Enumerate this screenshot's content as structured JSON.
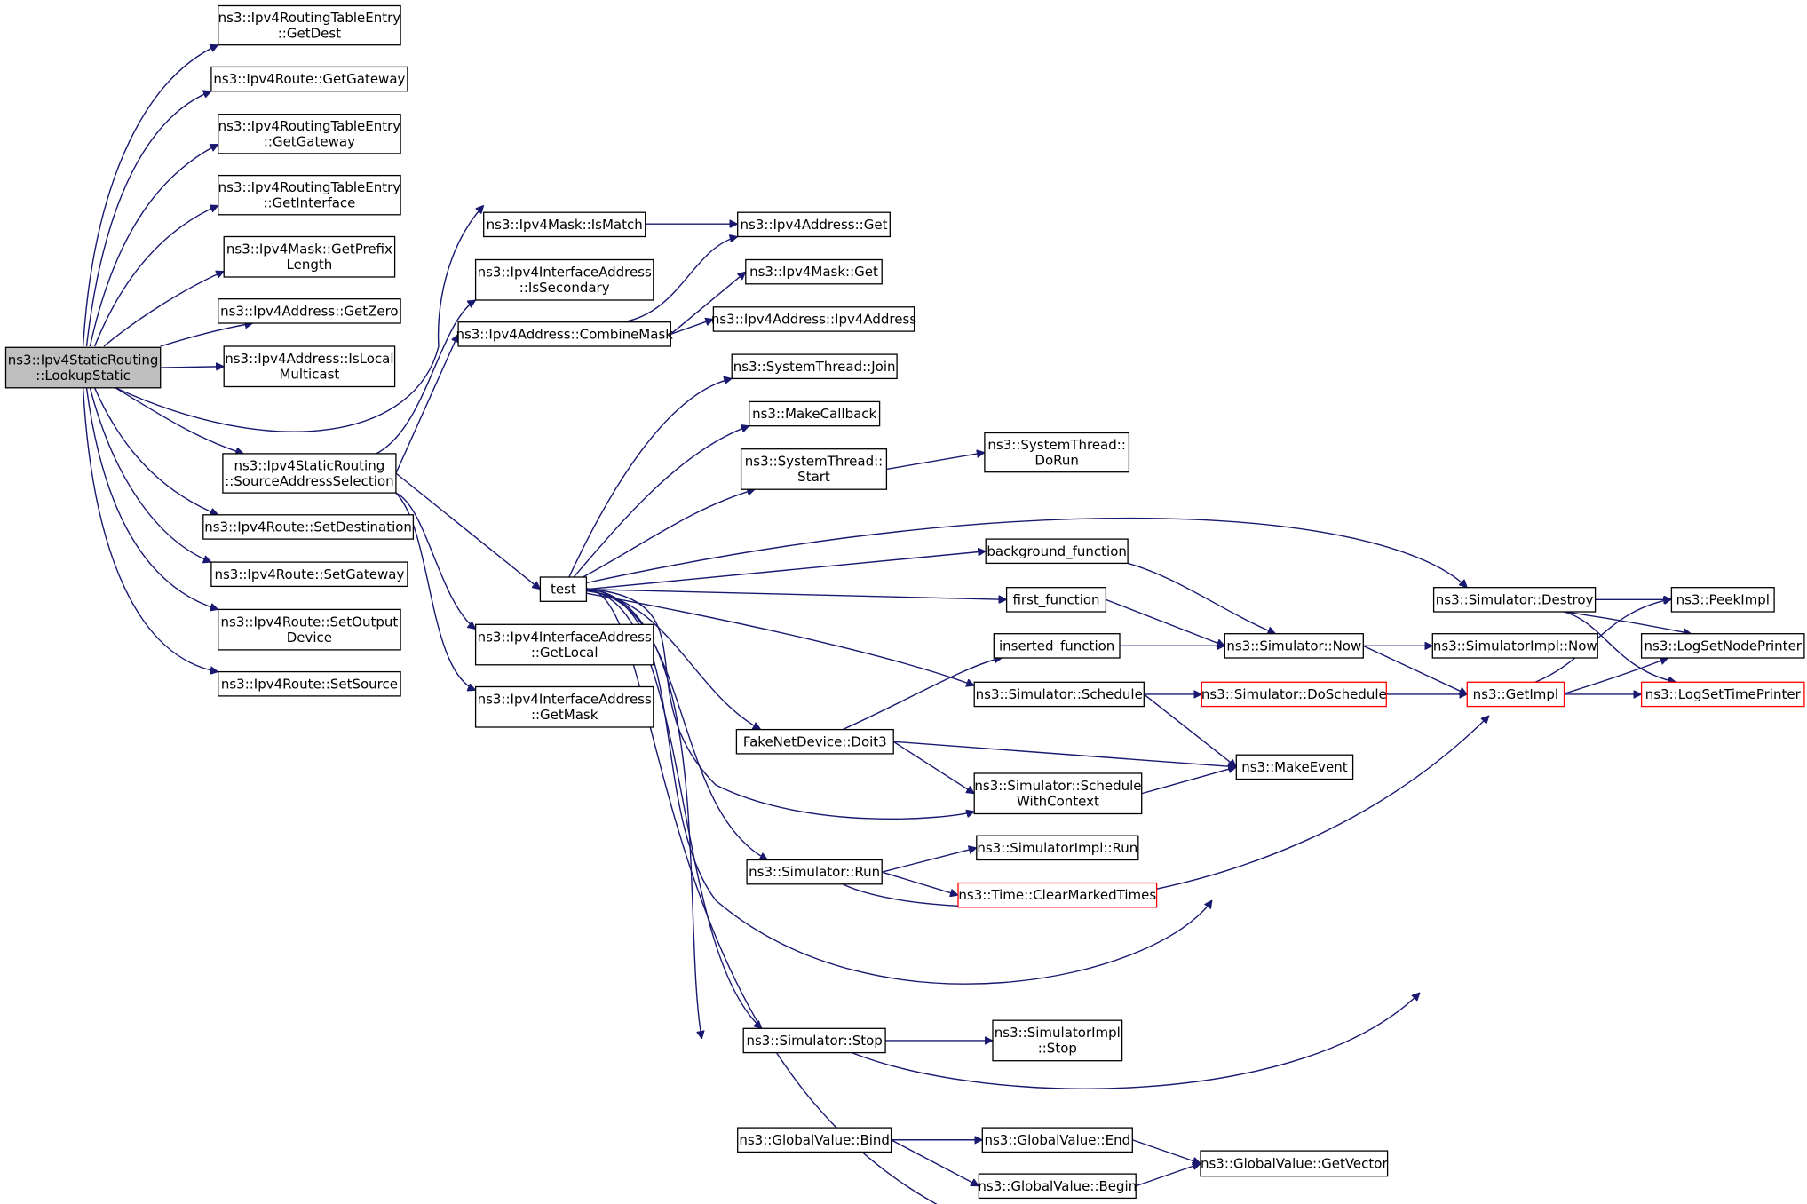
{
  "diagram": {
    "colors": {
      "edge": "#191970",
      "node_border": "#000000",
      "truncated_border": "#ff0000",
      "root_fill": "#bfbfbf"
    },
    "nodes": [
      {
        "id": "lookup",
        "lines": [
          "ns3::Ipv4StaticRouting",
          "::LookupStatic"
        ],
        "root": true
      },
      {
        "id": "rte_getdest",
        "lines": [
          "ns3::Ipv4RoutingTableEntry",
          "::GetDest"
        ]
      },
      {
        "id": "route_getgw",
        "lines": [
          "ns3::Ipv4Route::GetGateway"
        ]
      },
      {
        "id": "rte_getgw",
        "lines": [
          "ns3::Ipv4RoutingTableEntry",
          "::GetGateway"
        ]
      },
      {
        "id": "rte_getif",
        "lines": [
          "ns3::Ipv4RoutingTableEntry",
          "::GetInterface"
        ]
      },
      {
        "id": "mask_prefix",
        "lines": [
          "ns3::Ipv4Mask::GetPrefix",
          "Length"
        ]
      },
      {
        "id": "addr_zero",
        "lines": [
          "ns3::Ipv4Address::GetZero"
        ]
      },
      {
        "id": "addr_islocal",
        "lines": [
          "ns3::Ipv4Address::IsLocal",
          "Multicast"
        ]
      },
      {
        "id": "sas",
        "lines": [
          "ns3::Ipv4StaticRouting",
          "::SourceAddressSelection"
        ]
      },
      {
        "id": "route_setdest",
        "lines": [
          "ns3::Ipv4Route::SetDestination"
        ]
      },
      {
        "id": "route_setgw",
        "lines": [
          "ns3::Ipv4Route::SetGateway"
        ]
      },
      {
        "id": "route_setout",
        "lines": [
          "ns3::Ipv4Route::SetOutput",
          "Device"
        ]
      },
      {
        "id": "route_setsrc",
        "lines": [
          "ns3::Ipv4Route::SetSource"
        ]
      },
      {
        "id": "mask_ismatch",
        "lines": [
          "ns3::Ipv4Mask::IsMatch"
        ]
      },
      {
        "id": "ifa_issec",
        "lines": [
          "ns3::Ipv4InterfaceAddress",
          "::IsSecondary"
        ]
      },
      {
        "id": "addr_combine",
        "lines": [
          "ns3::Ipv4Address::CombineMask"
        ]
      },
      {
        "id": "test",
        "lines": [
          "test"
        ]
      },
      {
        "id": "ifa_getlocal",
        "lines": [
          "ns3::Ipv4InterfaceAddress",
          "::GetLocal"
        ]
      },
      {
        "id": "ifa_getmask",
        "lines": [
          "ns3::Ipv4InterfaceAddress",
          "::GetMask"
        ]
      },
      {
        "id": "addr_get",
        "lines": [
          "ns3::Ipv4Address::Get"
        ]
      },
      {
        "id": "mask_get",
        "lines": [
          "ns3::Ipv4Mask::Get"
        ]
      },
      {
        "id": "addr_ctor",
        "lines": [
          "ns3::Ipv4Address::Ipv4Address"
        ]
      },
      {
        "id": "st_join",
        "lines": [
          "ns3::SystemThread::Join"
        ]
      },
      {
        "id": "makecb",
        "lines": [
          "ns3::MakeCallback"
        ]
      },
      {
        "id": "st_start",
        "lines": [
          "ns3::SystemThread::",
          "Start"
        ]
      },
      {
        "id": "st_dorun",
        "lines": [
          "ns3::SystemThread::",
          "DoRun"
        ]
      },
      {
        "id": "bgfn",
        "lines": [
          "background_function"
        ]
      },
      {
        "id": "firstfn",
        "lines": [
          "first_function"
        ]
      },
      {
        "id": "insfn",
        "lines": [
          "inserted_function"
        ]
      },
      {
        "id": "sim_schedule",
        "lines": [
          "ns3::Simulator::Schedule"
        ]
      },
      {
        "id": "doit3",
        "lines": [
          "FakeNetDevice::Doit3"
        ]
      },
      {
        "id": "sim_swc",
        "lines": [
          "ns3::Simulator::Schedule",
          "WithContext"
        ]
      },
      {
        "id": "sim_run",
        "lines": [
          "ns3::Simulator::Run"
        ]
      },
      {
        "id": "simimpl_run",
        "lines": [
          "ns3::SimulatorImpl::Run"
        ]
      },
      {
        "id": "time_clear",
        "lines": [
          "ns3::Time::ClearMarkedTimes"
        ],
        "truncated": true
      },
      {
        "id": "sim_stop",
        "lines": [
          "ns3::Simulator::Stop"
        ]
      },
      {
        "id": "simimpl_stop",
        "lines": [
          "ns3::SimulatorImpl",
          "::Stop"
        ]
      },
      {
        "id": "gv_bind",
        "lines": [
          "ns3::GlobalValue::Bind"
        ]
      },
      {
        "id": "gv_end",
        "lines": [
          "ns3::GlobalValue::End"
        ]
      },
      {
        "id": "gv_begin",
        "lines": [
          "ns3::GlobalValue::Begin"
        ]
      },
      {
        "id": "gv_getvec",
        "lines": [
          "ns3::GlobalValue::GetVector"
        ]
      },
      {
        "id": "sim_now",
        "lines": [
          "ns3::Simulator::Now"
        ]
      },
      {
        "id": "sim_destroy",
        "lines": [
          "ns3::Simulator::Destroy"
        ]
      },
      {
        "id": "sim_dosched",
        "lines": [
          "ns3::Simulator::DoSchedule"
        ],
        "truncated": true
      },
      {
        "id": "makeevent",
        "lines": [
          "ns3::MakeEvent"
        ]
      },
      {
        "id": "simimpl_now",
        "lines": [
          "ns3::SimulatorImpl::Now"
        ]
      },
      {
        "id": "getimpl",
        "lines": [
          "ns3::GetImpl"
        ],
        "truncated": true
      },
      {
        "id": "peekimpl",
        "lines": [
          "ns3::PeekImpl"
        ]
      },
      {
        "id": "lognode",
        "lines": [
          "ns3::LogSetNodePrinter"
        ]
      },
      {
        "id": "logtime",
        "lines": [
          "ns3::LogSetTimePrinter"
        ],
        "truncated": true
      }
    ],
    "edges": [
      [
        "lookup",
        "rte_getdest"
      ],
      [
        "lookup",
        "route_getgw"
      ],
      [
        "lookup",
        "rte_getgw"
      ],
      [
        "lookup",
        "rte_getif"
      ],
      [
        "lookup",
        "mask_prefix"
      ],
      [
        "lookup",
        "addr_zero"
      ],
      [
        "lookup",
        "addr_islocal"
      ],
      [
        "lookup",
        "mask_ismatch"
      ],
      [
        "lookup",
        "sas"
      ],
      [
        "lookup",
        "route_setdest"
      ],
      [
        "lookup",
        "route_setgw"
      ],
      [
        "lookup",
        "route_setout"
      ],
      [
        "lookup",
        "route_setsrc"
      ],
      [
        "sas",
        "ifa_issec"
      ],
      [
        "sas",
        "addr_combine"
      ],
      [
        "sas",
        "test"
      ],
      [
        "sas",
        "ifa_getlocal"
      ],
      [
        "sas",
        "ifa_getmask"
      ],
      [
        "mask_ismatch",
        "addr_get"
      ],
      [
        "addr_combine",
        "addr_get"
      ],
      [
        "addr_combine",
        "mask_get"
      ],
      [
        "addr_combine",
        "addr_ctor"
      ],
      [
        "test",
        "st_join"
      ],
      [
        "test",
        "makecb"
      ],
      [
        "test",
        "st_start"
      ],
      [
        "test",
        "bgfn"
      ],
      [
        "test",
        "firstfn"
      ],
      [
        "test",
        "sim_schedule"
      ],
      [
        "test",
        "doit3"
      ],
      [
        "test",
        "sim_swc"
      ],
      [
        "test",
        "sim_run"
      ],
      [
        "test",
        "sim_stop"
      ],
      [
        "test",
        "gv_bind"
      ],
      [
        "test",
        "sim_destroy"
      ],
      [
        "test",
        "makeevent"
      ],
      [
        "test",
        "getimpl"
      ],
      [
        "st_start",
        "st_dorun"
      ],
      [
        "bgfn",
        "sim_now"
      ],
      [
        "firstfn",
        "sim_now"
      ],
      [
        "insfn",
        "sim_now"
      ],
      [
        "sim_schedule",
        "sim_dosched"
      ],
      [
        "sim_schedule",
        "makeevent"
      ],
      [
        "doit3",
        "insfn"
      ],
      [
        "doit3",
        "sim_swc"
      ],
      [
        "doit3",
        "makeevent"
      ],
      [
        "sim_swc",
        "makeevent"
      ],
      [
        "sim_run",
        "simimpl_run"
      ],
      [
        "sim_run",
        "time_clear"
      ],
      [
        "sim_run",
        "getimpl"
      ],
      [
        "sim_stop",
        "simimpl_stop"
      ],
      [
        "sim_stop",
        "getimpl"
      ],
      [
        "gv_bind",
        "gv_end"
      ],
      [
        "gv_bind",
        "gv_begin"
      ],
      [
        "gv_end",
        "gv_getvec"
      ],
      [
        "gv_begin",
        "gv_getvec"
      ],
      [
        "sim_now",
        "simimpl_now"
      ],
      [
        "sim_now",
        "getimpl"
      ],
      [
        "sim_dosched",
        "getimpl"
      ],
      [
        "getimpl",
        "peekimpl"
      ],
      [
        "getimpl",
        "lognode"
      ],
      [
        "getimpl",
        "logtime"
      ],
      [
        "sim_destroy",
        "peekimpl"
      ],
      [
        "sim_destroy",
        "lognode"
      ],
      [
        "sim_destroy",
        "logtime"
      ]
    ]
  }
}
